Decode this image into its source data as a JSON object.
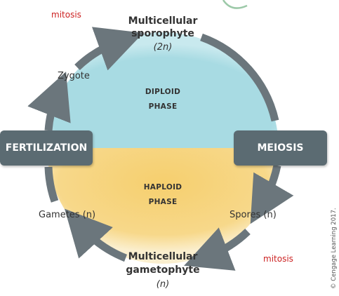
{
  "labels": {
    "mitosis_top": "mitosis",
    "mitosis_bottom": "mitosis",
    "sporophyte": [
      "Multicellular",
      "sporophyte",
      "(2n)"
    ],
    "zygote": "Zygote",
    "diploid_phase": [
      "DIPLOID",
      "PHASE"
    ],
    "haploid_phase": [
      "HAPLOID",
      "PHASE"
    ],
    "fertilization": "FERTILIZATION",
    "meiosis": "MEIOSIS",
    "gametes": "Gametes (n)",
    "spores": "Spores (n)",
    "gametophyte": [
      "Multicellular",
      "gametophyte",
      "(n)"
    ],
    "credit": "© Cengage Learning 2017."
  },
  "colors": {
    "diploid_fill": "#a8dbe3",
    "haploid_fill": "#f6cf6e",
    "arrow": "#6b767c",
    "box": "#5b6b72",
    "mitosis_text": "#cc2222"
  }
}
